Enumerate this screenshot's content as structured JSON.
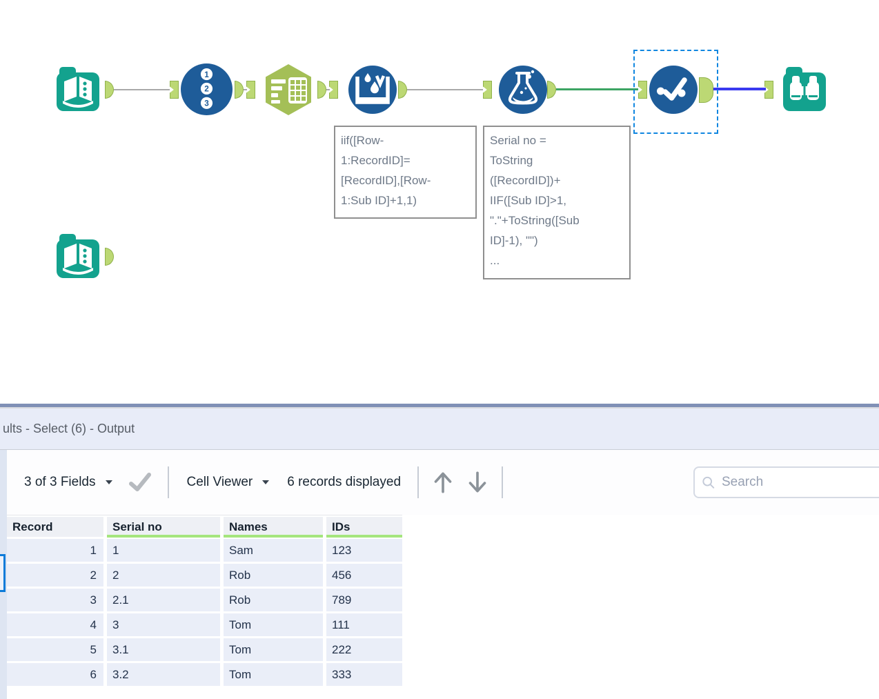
{
  "colors": {
    "tool_teal": "#13a28e",
    "tool_navy": "#1e5c99",
    "hexagon_green": "#a4bf57",
    "anchor_lime": "#bcd874",
    "connection_gray": "#a9a9a9",
    "connection_green": "#3da463",
    "connection_blue": "#3a3af0",
    "selection_blue": "#1086e0",
    "header_underline_green": "#a5e57d"
  },
  "workflow": {
    "record_id_digits": [
      "1",
      "2",
      "3"
    ],
    "annotations": [
      {
        "text": "iif([Row-\n1:RecordID]=\n[RecordID],[Row-\n1:Sub ID]+1,1)"
      },
      {
        "text": "Serial no =\nToString\n([RecordID])+\nIIF([Sub ID]>1,\n\".\"+ToString([Sub\nID]-1), \"\")\n..."
      }
    ]
  },
  "results": {
    "title": "ults - Select (6) - Output",
    "toolbar": {
      "fields_label": "3 of 3 Fields",
      "cell_viewer_label": "Cell Viewer",
      "records_label": "6 records displayed",
      "search_placeholder": "Search"
    },
    "table": {
      "columns": [
        "Record",
        "Serial no",
        "Names",
        "IDs"
      ],
      "rows": [
        [
          "1",
          "1",
          "Sam",
          "123"
        ],
        [
          "2",
          "2",
          "Rob",
          "456"
        ],
        [
          "3",
          "2.1",
          "Rob",
          "789"
        ],
        [
          "4",
          "3",
          "Tom",
          "111"
        ],
        [
          "5",
          "3.1",
          "Tom",
          "222"
        ],
        [
          "6",
          "3.2",
          "Tom",
          "333"
        ]
      ]
    }
  }
}
